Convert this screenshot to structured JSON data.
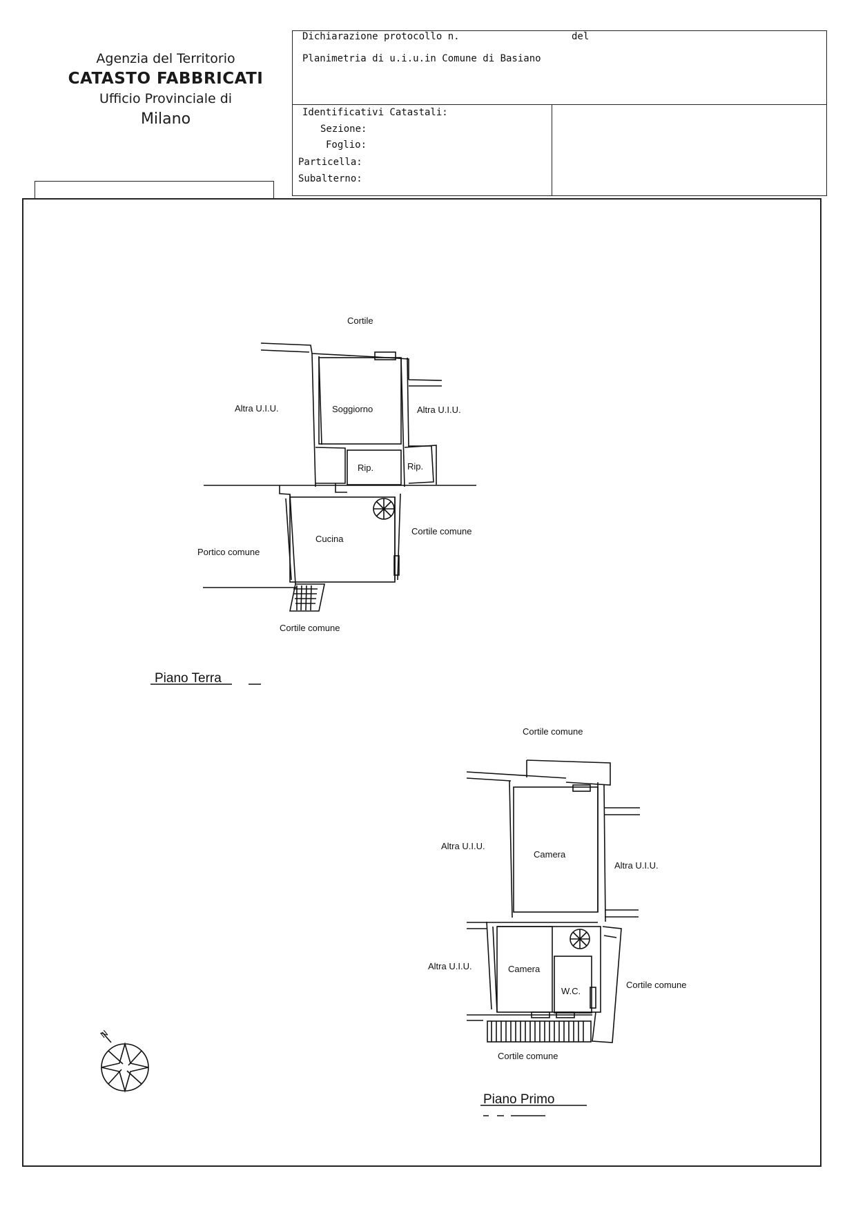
{
  "agency": {
    "line1": "Agenzia del Territorio",
    "line2": "CATASTO FABBRICATI",
    "line3": "Ufficio Provinciale di",
    "line4": "Milano"
  },
  "header": {
    "protocol_label": "Dichiarazione protocollo n.",
    "del_label": "del",
    "planimetry_label": "Planimetria di u.i.u.in Comune di Basiano",
    "identifiers_title": "Identificativi Catastali:",
    "sezione_label": "Sezione:",
    "foglio_label": "Foglio:",
    "particella_label": "Particella:",
    "subalterno_label": "Subalterno:"
  },
  "ground_floor": {
    "title": "Piano Terra",
    "labels": {
      "cortile_top": "Cortile",
      "altra_left": "Altra U.I.U.",
      "soggiorno": "Soggiorno",
      "altra_right": "Altra U.I.U.",
      "rip1": "Rip.",
      "rip2": "Rip.",
      "cucina": "Cucina",
      "cortile_comune_right": "Cortile comune",
      "portico_comune": "Portico comune",
      "cortile_comune_bottom": "Cortile comune"
    }
  },
  "first_floor": {
    "title": "Piano Primo",
    "labels": {
      "cortile_comune_top": "Cortile comune",
      "altra_left_top": "Altra U.I.U.",
      "camera_top": "Camera",
      "altra_right": "Altra U.I.U.",
      "altra_left_bottom": "Altra U.I.U.",
      "camera_bottom": "Camera",
      "wc": "W.C.",
      "cortile_comune_right": "Cortile comune",
      "cortile_comune_bottom": "Cortile comune"
    }
  },
  "compass": {
    "north_label": "N",
    "icon": "compass-rose-icon"
  }
}
